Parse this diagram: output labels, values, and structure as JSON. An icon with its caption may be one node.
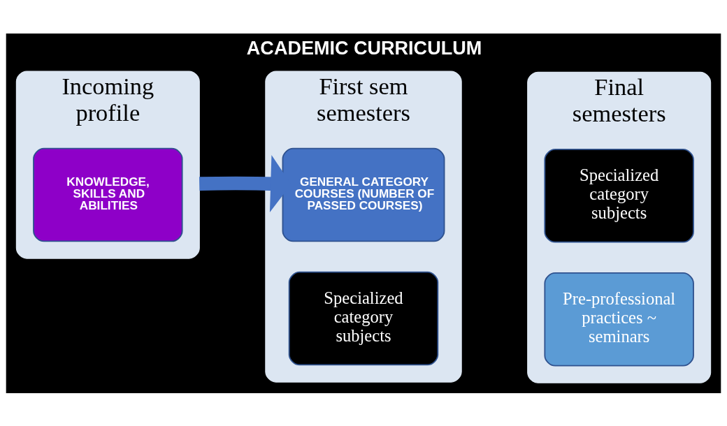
{
  "diagram": {
    "title": "ACADEMIC CURRICULUM",
    "nodes": [
      {
        "text": [
          "Incoming profile"
        ]
      },
      {
        "text": [
          "KNOWLEDGE, SKILLS AND ABILITIES"
        ],
        "in": 0
      },
      {
        "text": [
          "First sem semesters"
        ]
      },
      {
        "text": [
          "GENERAL CATEGORY COURSES (NUMBER OF PASSED COURSES)"
        ],
        "in": 2
      },
      {
        "text": [
          "Specialized category subjects"
        ],
        "in": 2
      },
      {
        "text": [
          "Final semesters"
        ]
      },
      {
        "text": [
          "Specialized category subjects"
        ],
        "in": 5
      },
      {
        "text": [
          "Pre-professional practices ~ seminars"
        ],
        "in": 5
      }
    ],
    "edges": [
      {
        "from": 0,
        "to": 3,
        "arrow": "to"
      }
    ]
  }
}
